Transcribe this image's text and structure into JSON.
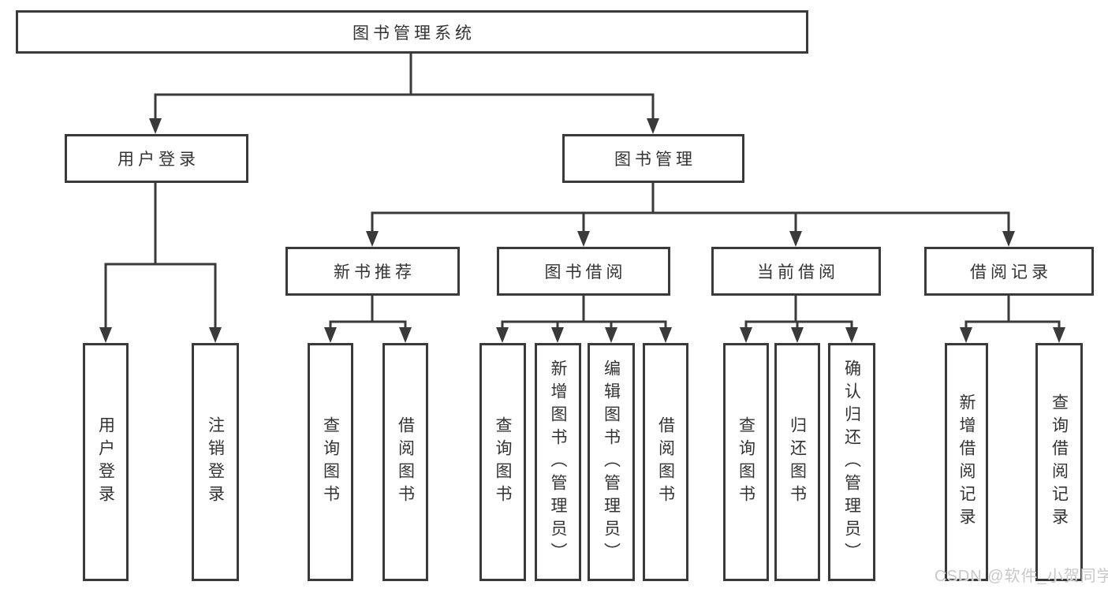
{
  "tree": {
    "label": "图书管理系统",
    "children": [
      {
        "label": "用户登录",
        "children": [
          {
            "label": "用户登录"
          },
          {
            "label": "注销登录"
          }
        ]
      },
      {
        "label": "图书管理",
        "children": [
          {
            "label": "新书推荐",
            "children": [
              {
                "label": "查询图书"
              },
              {
                "label": "借阅图书"
              }
            ]
          },
          {
            "label": "图书借阅",
            "children": [
              {
                "label": "查询图书"
              },
              {
                "label": "新增图书（管理员）"
              },
              {
                "label": "编辑图书（管理员）"
              },
              {
                "label": "借阅图书"
              }
            ]
          },
          {
            "label": "当前借阅",
            "children": [
              {
                "label": "查询图书"
              },
              {
                "label": "归还图书"
              },
              {
                "label": "确认归还（管理员）"
              }
            ]
          },
          {
            "label": "借阅记录",
            "children": [
              {
                "label": "新增借阅记录"
              },
              {
                "label": "查询借阅记录"
              }
            ]
          }
        ]
      }
    ]
  },
  "watermark": "CSDN @软件_小贺同学",
  "colors": {
    "line": "#3a3a3a",
    "text": "#333333",
    "background": "#ffffff",
    "watermark": "#c8c8c8"
  }
}
